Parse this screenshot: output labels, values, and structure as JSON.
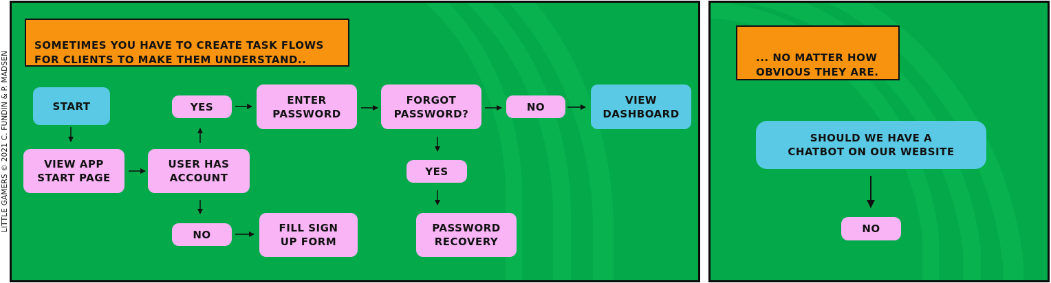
{
  "credit": "LITTLE GAMERS © 2021 C. FUNDIN & P. MADSEN",
  "colors": {
    "panel_bg": "#04a94a",
    "caption_bg": "#f7930f",
    "pink_node": "#f9b4f6",
    "blue_node": "#59c9e5"
  },
  "panel1": {
    "caption": "SOMETIMES YOU HAVE TO CREATE TASK FLOWS\nFOR CLIENTS TO MAKE THEM UNDERSTAND..",
    "nodes": {
      "start": "START",
      "view_app": "VIEW APP\nSTART PAGE",
      "user_has_account": "USER HAS\nACCOUNT",
      "yes_1": "YES",
      "no_1": "NO",
      "enter_password": "ENTER\nPASSWORD",
      "fill_sign_up": "FILL SIGN\nUP FORM",
      "forgot_password": "FORGOT\nPASSWORD?",
      "no_2": "NO",
      "yes_2": "YES",
      "password_recovery": "PASSWORD\nRECOVERY",
      "view_dashboard": "VIEW\nDASHBOARD"
    }
  },
  "panel2": {
    "caption": "... NO MATTER HOW\nOBVIOUS THEY ARE.",
    "nodes": {
      "chatbot_question": "SHOULD WE HAVE A\nCHATBOT ON OUR WEBSITE",
      "no": "NO"
    }
  }
}
